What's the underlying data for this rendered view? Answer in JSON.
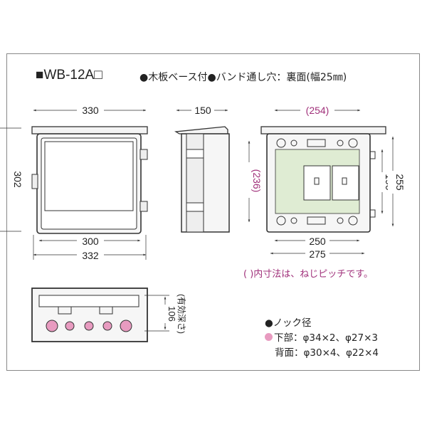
{
  "title": "■WB-12A□",
  "subtitle": "●木板ベース付●バンド通し穴：裏面(幅25㎜)",
  "dimensions": {
    "front_width_top": "330",
    "front_height": "302",
    "front_inner_width": "300",
    "front_outer_width": "332",
    "side_depth": "150",
    "back_screw_pitch_width": "(254)",
    "back_screw_pitch_height": "(236)",
    "back_panel_height": "190",
    "back_height": "255",
    "back_panel_width": "250",
    "back_width": "275",
    "bottom_depth": "106",
    "bottom_depth_label": "(有効深さ)"
  },
  "note": "( )内寸法は、ねじピッチです。",
  "legend": {
    "heading": "●ノック径",
    "bottom": "下部：φ34×2、φ27×3",
    "back": "背面：φ30×4、φ22×4"
  },
  "colors": {
    "accent_pink": "#a0307a",
    "knockout_pink": "#e89bc0",
    "panel_green": "#dfecd3"
  }
}
